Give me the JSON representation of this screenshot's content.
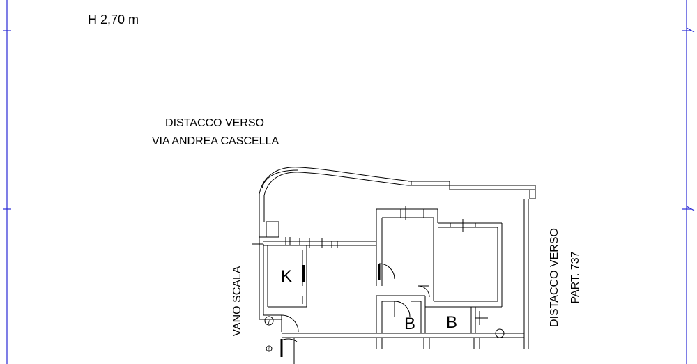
{
  "drawing": {
    "height_note": "H 2,70 m",
    "top_label_line1": "DISTACCO VERSO",
    "top_label_line2": "VIA ANDREA CASCELLA",
    "left_label": "VANO SCALA",
    "right_label_line1": "DISTACCO VERSO",
    "right_label_line2": "PART. 737",
    "room_kitchen": "K",
    "room_bath_1": "B",
    "room_bath_2": "B",
    "marker_7": "7",
    "marker_6": "6",
    "frame_color": "#2a2ad6",
    "line_color": "#000000"
  }
}
